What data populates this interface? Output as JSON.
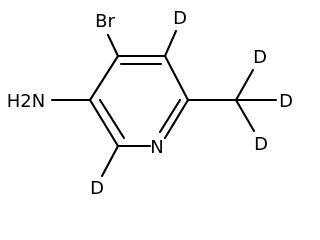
{
  "molecule": {
    "atoms": {
      "bromine": "Br",
      "amine": "H2N",
      "nitrogen_ring": "N",
      "deuterium_ring_top": "D",
      "deuterium_ring_bottom": "D",
      "deuterium_methyl_top": "D",
      "deuterium_methyl_right": "D",
      "deuterium_methyl_bottom": "D"
    },
    "bond_color": "#000000",
    "text_color": "#000000"
  }
}
